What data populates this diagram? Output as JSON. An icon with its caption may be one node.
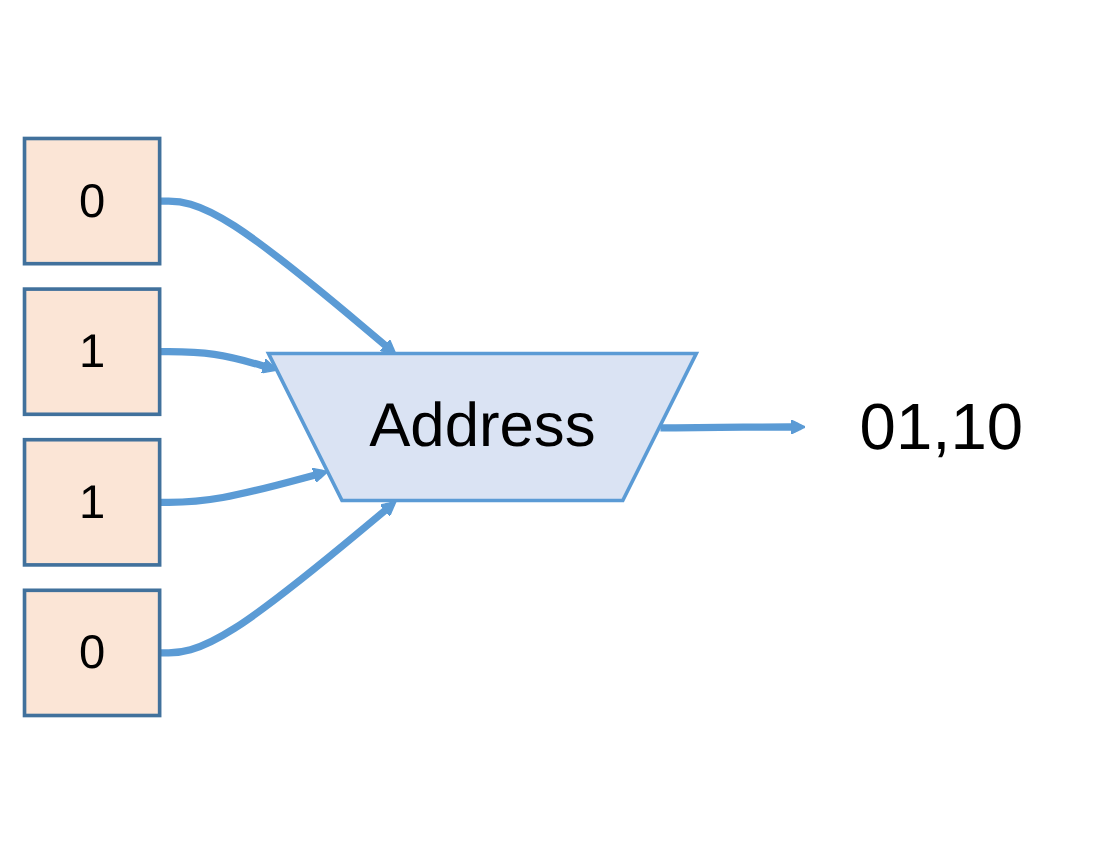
{
  "diagram": {
    "nodes": [
      {
        "text": [
          "0"
        ]
      },
      {
        "text": [
          "1"
        ]
      },
      {
        "text": [
          "1"
        ]
      },
      {
        "text": [
          "0"
        ]
      },
      {
        "text": [
          "Address"
        ]
      },
      {
        "text": [
          "01,10"
        ]
      }
    ],
    "edges": [
      {
        "from": 0,
        "to": 4,
        "arrow": "to"
      },
      {
        "from": 1,
        "to": 4,
        "arrow": "to"
      },
      {
        "from": 2,
        "to": 4,
        "arrow": "to"
      },
      {
        "from": 3,
        "to": 4,
        "arrow": "to"
      },
      {
        "from": 4,
        "to": 5,
        "arrow": "to"
      }
    ]
  }
}
